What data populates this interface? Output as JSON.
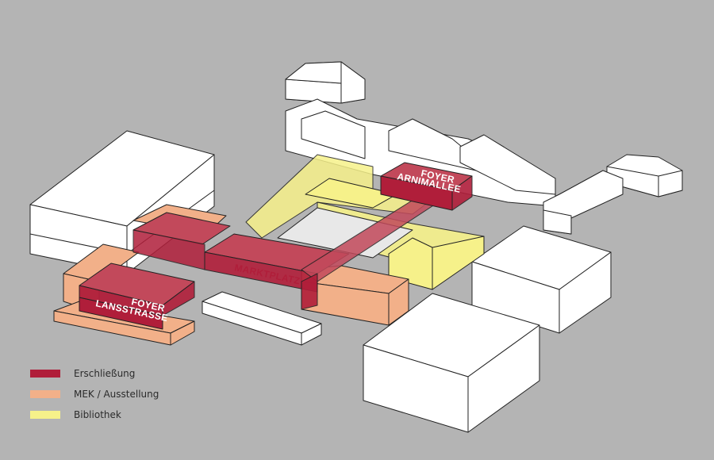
{
  "colors": {
    "background": "#b4b4b4",
    "erschliessung": "#b01e3a",
    "mek": "#f2b089",
    "bibliothek": "#f6f18a",
    "building": "#ffffff",
    "outline": "#222222"
  },
  "labels": {
    "marktplatz": "MARKTPLATZ",
    "foyer_lansstrasse_line1": "FOYER",
    "foyer_lansstrasse_line2": "LANSSTRASSE",
    "foyer_arnimallee_line1": "FOYER",
    "foyer_arnimallee_line2": "ARNIMALLEE"
  },
  "legend": [
    {
      "label": "Erschließung",
      "color": "#b01e3a"
    },
    {
      "label": "MEK / Ausstellung",
      "color": "#f2b089"
    },
    {
      "label": "Bibliothek",
      "color": "#f6f18a"
    }
  ]
}
